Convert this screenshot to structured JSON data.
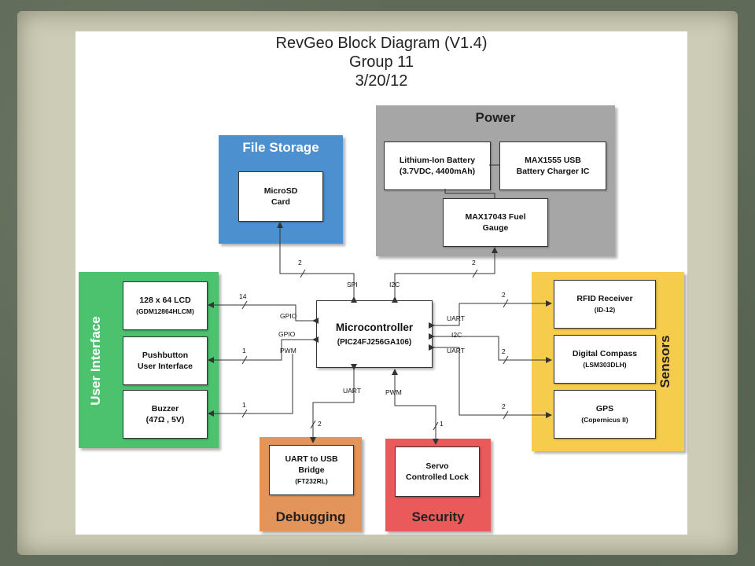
{
  "title_lines": [
    "RevGeo Block Diagram  (V1.4)",
    "Group 11",
    "3/20/12"
  ],
  "groups": {
    "file_storage": {
      "title": "File Storage",
      "color": "#4d90cf"
    },
    "power": {
      "title": "Power",
      "color": "#a6a6a6"
    },
    "user_interface": {
      "title": "User Interface",
      "color": "#4cc26f"
    },
    "sensors": {
      "title": "Sensors",
      "color": "#f6cc4c"
    },
    "debugging": {
      "title": "Debugging",
      "color": "#e2945a"
    },
    "security": {
      "title": "Security",
      "color": "#eb5a5a"
    }
  },
  "blocks": {
    "microsd": {
      "line1": "MicroSD",
      "line2": "Card"
    },
    "battery": {
      "line1": "Lithium-Ion Battery",
      "line2": "(3.7VDC, 4400mAh)"
    },
    "charger": {
      "line1": "MAX1555 USB",
      "line2": "Battery Charger IC"
    },
    "fuel_gauge": {
      "line1": "MAX17043 Fuel",
      "line2": "Gauge"
    },
    "lcd": {
      "line1": "128 x 64 LCD",
      "sub": "(GDM12864HLCM)"
    },
    "pushbutton": {
      "line1": "Pushbutton",
      "line2": "User Interface"
    },
    "buzzer": {
      "line1": "Buzzer",
      "line2": "(47Ω , 5V)"
    },
    "rfid": {
      "line1": "RFID Receiver",
      "sub": "(ID-12)"
    },
    "compass": {
      "line1": "Digital Compass",
      "sub": "(LSM303DLH)"
    },
    "gps": {
      "line1": "GPS",
      "sub": "(Copernicus II)"
    },
    "uart_usb": {
      "line1": "UART to USB",
      "line2": "Bridge",
      "sub": "(FT232RL)"
    },
    "servo": {
      "line1": "Servo",
      "line2": "Controlled Lock"
    }
  },
  "microcontroller": {
    "name": "Microcontroller",
    "part": "(PIC24FJ256GA106)"
  },
  "signal_labels": {
    "spi": "SPI",
    "i2c_top": "I2C",
    "gpio1": "GPIO",
    "gpio2": "GPIO",
    "pwm_left": "PWM",
    "uart_right1": "UART",
    "i2c_right": "I2C",
    "uart_right2": "UART",
    "uart_bottom": "UART",
    "pwm_bottom": "PWM"
  },
  "bus_widths": {
    "spi": "2",
    "i2c": "2",
    "lcd": "14",
    "pushbutton": "1",
    "buzzer": "1",
    "rfid": "2",
    "compass": "2",
    "gps": "2",
    "debug": "2",
    "servo": "1"
  }
}
